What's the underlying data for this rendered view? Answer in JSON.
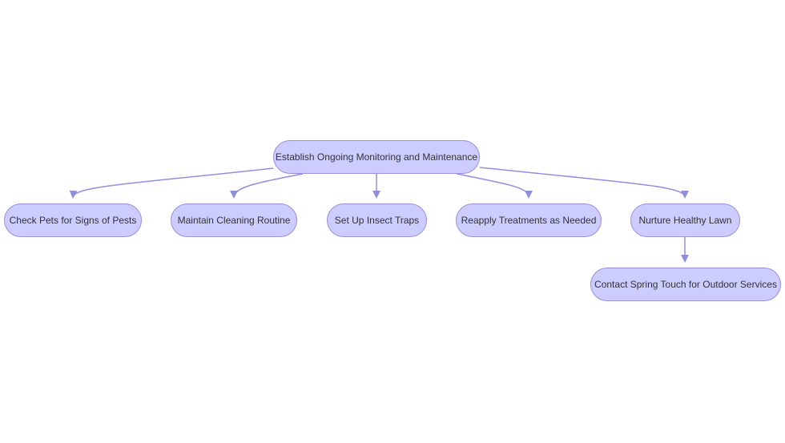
{
  "nodes": {
    "root": "Establish Ongoing Monitoring and Maintenance",
    "pets": "Check Pets for Signs of Pests",
    "clean": "Maintain Cleaning Routine",
    "traps": "Set Up Insect Traps",
    "reapply": "Reapply Treatments as Needed",
    "lawn": "Nurture Healthy Lawn",
    "spring": "Contact Spring Touch for Outdoor Services"
  },
  "colors": {
    "node_fill": "#ccccff",
    "node_border": "#9b8fe0",
    "edge": "#8f8fde",
    "text": "#333333"
  }
}
